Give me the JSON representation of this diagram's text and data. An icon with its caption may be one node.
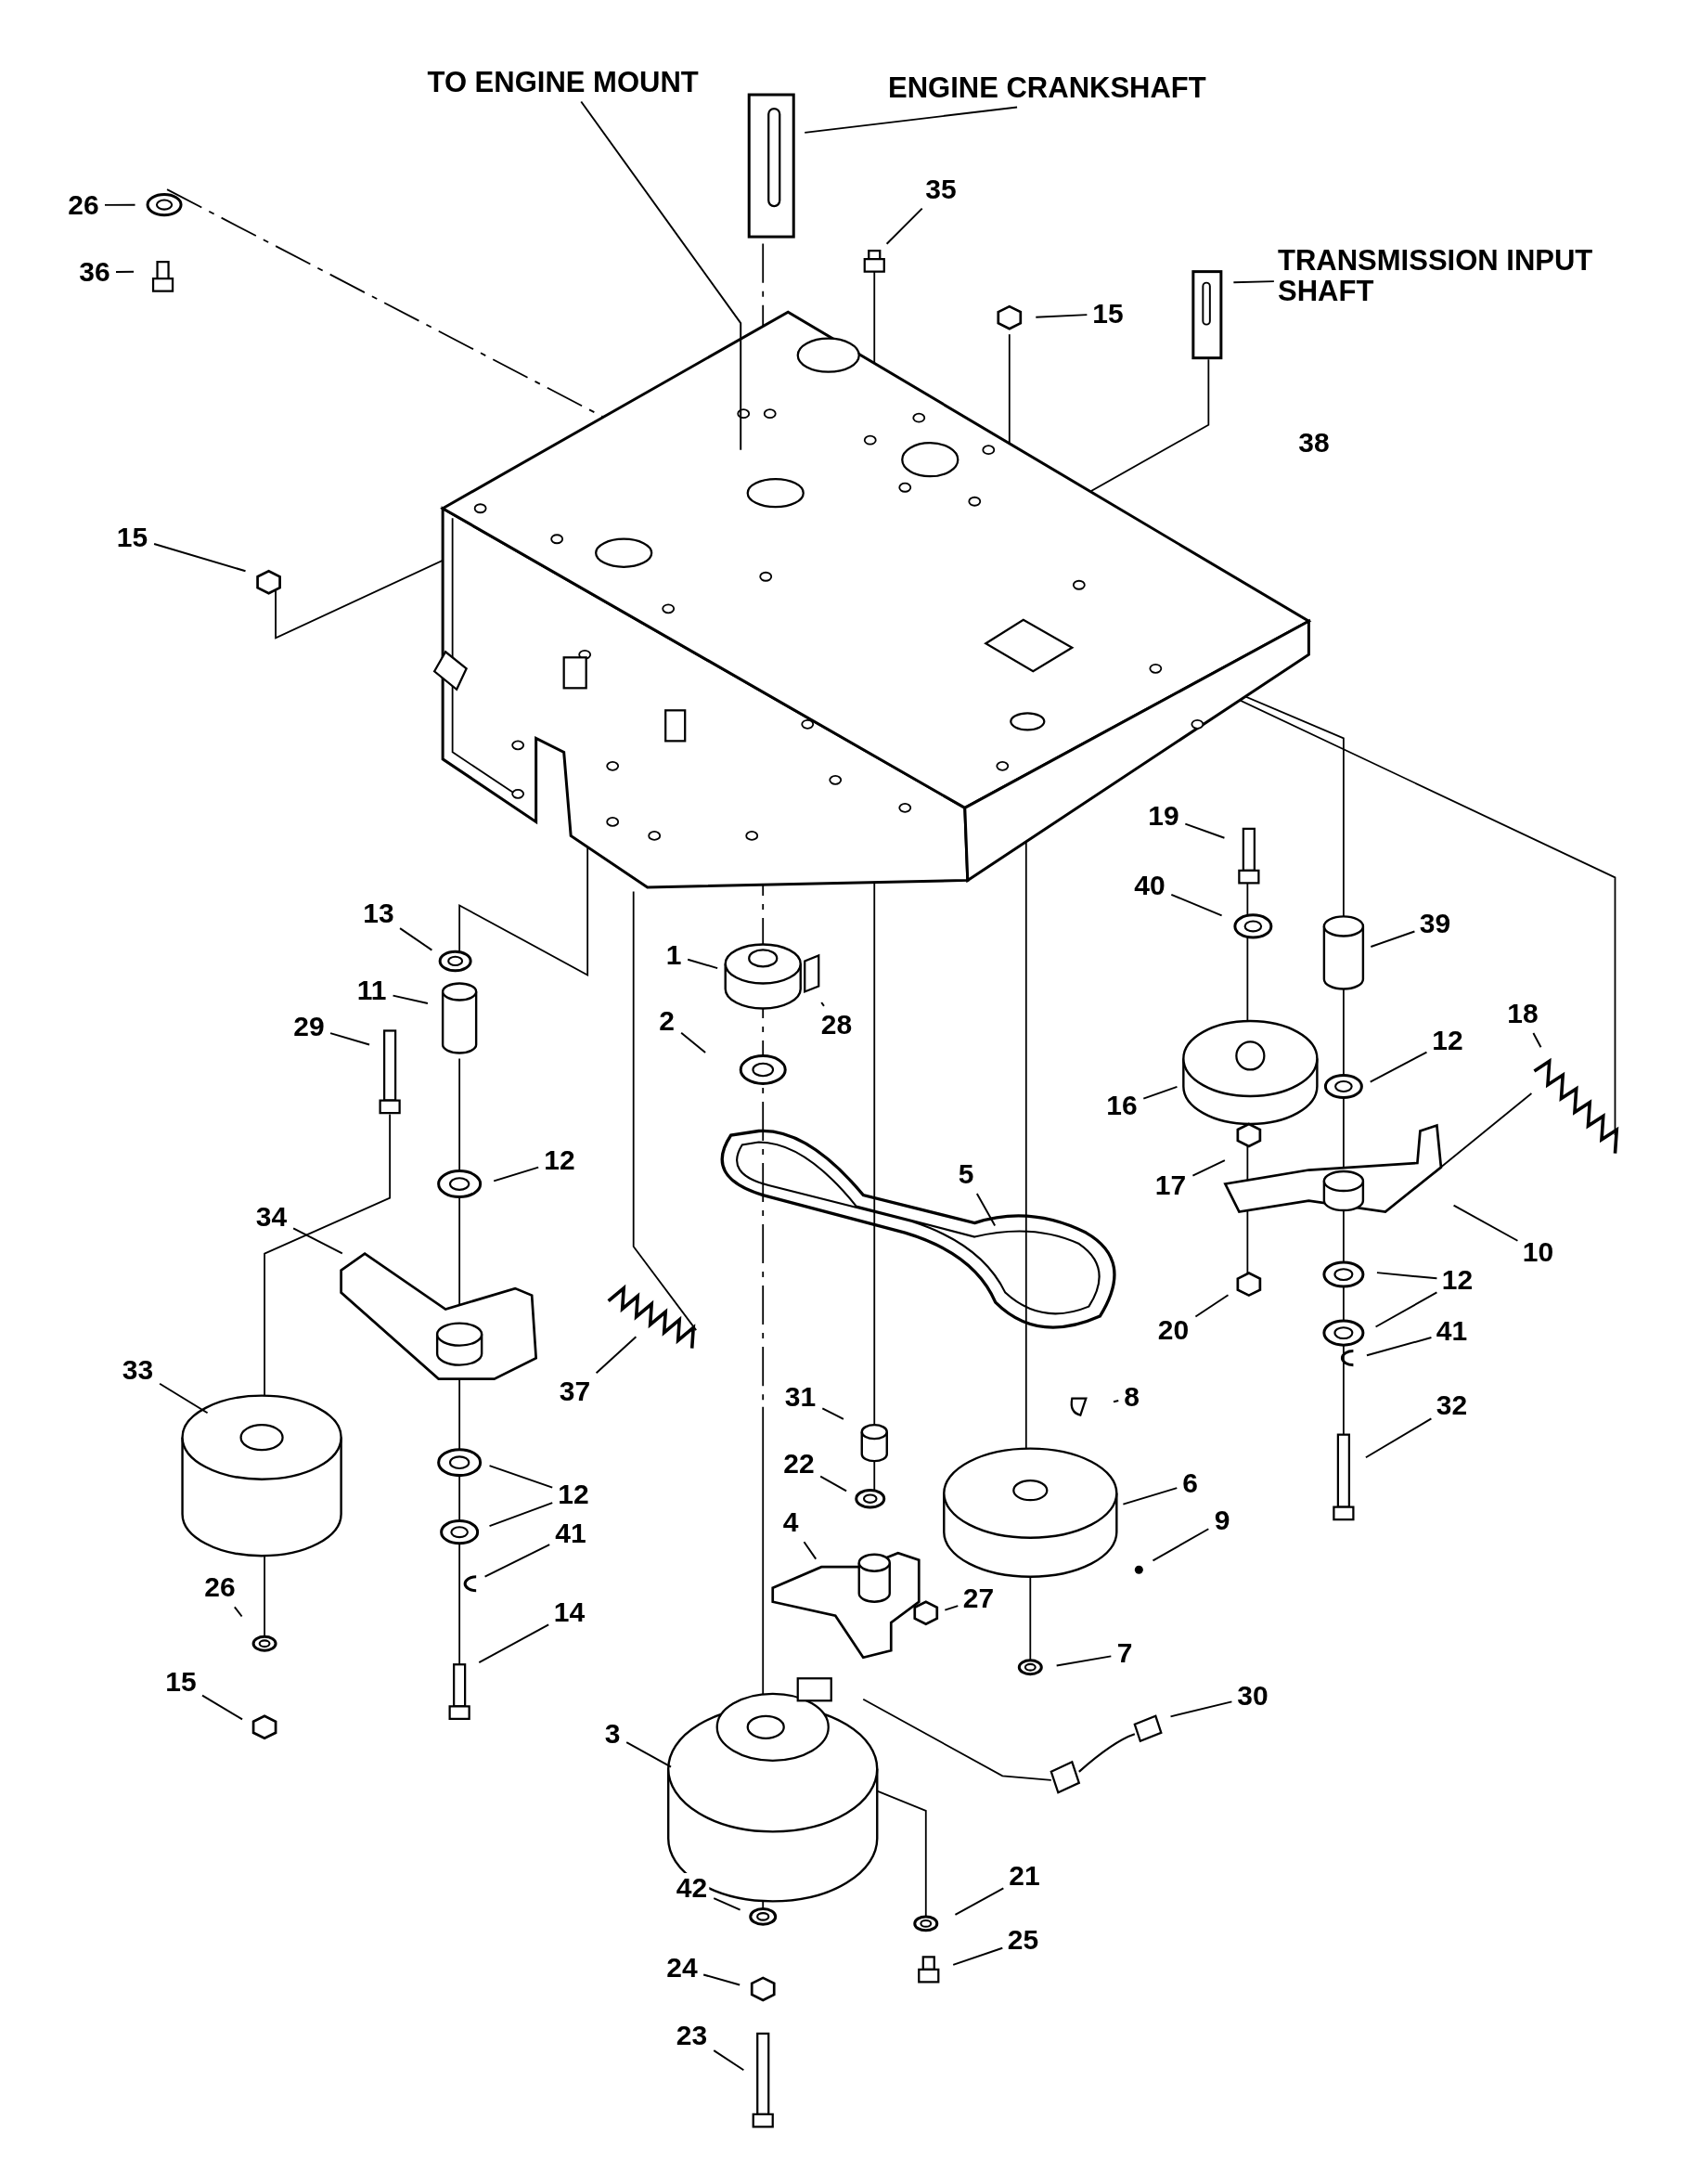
{
  "diagram": {
    "nodes": [
      {
        "text": [
          "TO ENGINE MOUNT"
        ]
      },
      {
        "text": [
          "ENGINE CRANKSHAFT"
        ]
      },
      {
        "text": [
          "TRANSMISSION INPUT SHAFT"
        ]
      },
      {
        "text": [
          "26"
        ]
      },
      {
        "text": [
          "36"
        ]
      },
      {
        "text": [
          "35"
        ]
      },
      {
        "text": [
          "15"
        ]
      },
      {
        "text": [
          "15"
        ]
      },
      {
        "text": [
          "19"
        ]
      },
      {
        "text": [
          "40"
        ]
      },
      {
        "text": [
          "39"
        ]
      },
      {
        "text": [
          "13"
        ]
      },
      {
        "text": [
          "1"
        ]
      },
      {
        "text": [
          "11"
        ]
      },
      {
        "text": [
          "29"
        ]
      },
      {
        "text": [
          "28"
        ]
      },
      {
        "text": [
          "2"
        ]
      },
      {
        "text": [
          "18"
        ]
      },
      {
        "text": [
          "12"
        ]
      },
      {
        "text": [
          "16"
        ]
      },
      {
        "text": [
          "12"
        ]
      },
      {
        "text": [
          "5"
        ]
      },
      {
        "text": [
          "17"
        ]
      },
      {
        "text": [
          "34"
        ]
      },
      {
        "text": [
          "10"
        ]
      },
      {
        "text": [
          "12"
        ]
      },
      {
        "text": [
          "20"
        ]
      },
      {
        "text": [
          "41"
        ]
      },
      {
        "text": [
          "33"
        ]
      },
      {
        "text": [
          "37"
        ]
      },
      {
        "text": [
          "8"
        ]
      },
      {
        "text": [
          "31"
        ]
      },
      {
        "text": [
          "32"
        ]
      },
      {
        "text": [
          "22"
        ]
      },
      {
        "text": [
          "6"
        ]
      },
      {
        "text": [
          "12"
        ]
      },
      {
        "text": [
          "9"
        ]
      },
      {
        "text": [
          "4"
        ]
      },
      {
        "text": [
          "41"
        ]
      },
      {
        "text": [
          "26"
        ]
      },
      {
        "text": [
          "27"
        ]
      },
      {
        "text": [
          "14"
        ]
      },
      {
        "text": [
          "7"
        ]
      },
      {
        "text": [
          "15"
        ]
      },
      {
        "text": [
          "30"
        ]
      },
      {
        "text": [
          "3"
        ]
      },
      {
        "text": [
          "42"
        ]
      },
      {
        "text": [
          "21"
        ]
      },
      {
        "text": [
          "24"
        ]
      },
      {
        "text": [
          "25"
        ]
      },
      {
        "text": [
          "23"
        ]
      },
      {
        "text": [
          "38"
        ]
      }
    ],
    "edges": [
      {
        "from": 0,
        "to": null,
        "arrow": "none"
      },
      {
        "from": 1,
        "to": null,
        "arrow": "none"
      },
      {
        "from": 2,
        "to": null,
        "arrow": "none"
      },
      {
        "from": 3,
        "to": null,
        "arrow": "none"
      },
      {
        "from": 4,
        "to": null,
        "arrow": "none"
      },
      {
        "from": 5,
        "to": null,
        "arrow": "none"
      },
      {
        "from": 6,
        "to": null,
        "arrow": "none"
      },
      {
        "from": 7,
        "to": null,
        "arrow": "none"
      },
      {
        "from": 8,
        "to": null,
        "arrow": "none"
      },
      {
        "from": 9,
        "to": null,
        "arrow": "none"
      },
      {
        "from": 10,
        "to": null,
        "arrow": "none"
      },
      {
        "from": 11,
        "to": null,
        "arrow": "none"
      },
      {
        "from": 12,
        "to": null,
        "arrow": "none"
      },
      {
        "from": 13,
        "to": null,
        "arrow": "none"
      },
      {
        "from": 14,
        "to": null,
        "arrow": "none"
      },
      {
        "from": 15,
        "to": null,
        "arrow": "none"
      },
      {
        "from": 16,
        "to": null,
        "arrow": "none"
      },
      {
        "from": 17,
        "to": null,
        "arrow": "none"
      },
      {
        "from": 18,
        "to": null,
        "arrow": "none"
      },
      {
        "from": 19,
        "to": null,
        "arrow": "none"
      },
      {
        "from": 20,
        "to": null,
        "arrow": "none"
      },
      {
        "from": 21,
        "to": null,
        "arrow": "none"
      },
      {
        "from": 22,
        "to": null,
        "arrow": "none"
      },
      {
        "from": 23,
        "to": null,
        "arrow": "none"
      },
      {
        "from": 24,
        "to": null,
        "arrow": "none"
      },
      {
        "from": 25,
        "to": null,
        "arrow": "none"
      },
      {
        "from": 25,
        "to": null,
        "arrow": "none"
      },
      {
        "from": 26,
        "to": null,
        "arrow": "none"
      },
      {
        "from": 27,
        "to": null,
        "arrow": "none"
      },
      {
        "from": 28,
        "to": null,
        "arrow": "none"
      },
      {
        "from": 29,
        "to": null,
        "arrow": "none"
      },
      {
        "from": 30,
        "to": null,
        "arrow": "none"
      },
      {
        "from": 31,
        "to": null,
        "arrow": "none"
      },
      {
        "from": 32,
        "to": null,
        "arrow": "none"
      },
      {
        "from": 33,
        "to": null,
        "arrow": "none"
      },
      {
        "from": 34,
        "to": null,
        "arrow": "none"
      },
      {
        "from": 35,
        "to": null,
        "arrow": "none"
      },
      {
        "from": 35,
        "to": null,
        "arrow": "none"
      },
      {
        "from": 36,
        "to": null,
        "arrow": "none"
      },
      {
        "from": 37,
        "to": null,
        "arrow": "none"
      },
      {
        "from": 38,
        "to": null,
        "arrow": "none"
      },
      {
        "from": 39,
        "to": null,
        "arrow": "none"
      },
      {
        "from": 40,
        "to": null,
        "arrow": "none"
      },
      {
        "from": 41,
        "to": null,
        "arrow": "none"
      },
      {
        "from": 42,
        "to": null,
        "arrow": "none"
      },
      {
        "from": 43,
        "to": null,
        "arrow": "none"
      },
      {
        "from": 44,
        "to": null,
        "arrow": "none"
      },
      {
        "from": 45,
        "to": null,
        "arrow": "none"
      },
      {
        "from": 46,
        "to": null,
        "arrow": "none"
      },
      {
        "from": 47,
        "to": null,
        "arrow": "none"
      },
      {
        "from": 48,
        "to": null,
        "arrow": "none"
      },
      {
        "from": 49,
        "to": null,
        "arrow": "none"
      },
      {
        "from": 50,
        "to": null,
        "arrow": "none"
      }
    ]
  }
}
